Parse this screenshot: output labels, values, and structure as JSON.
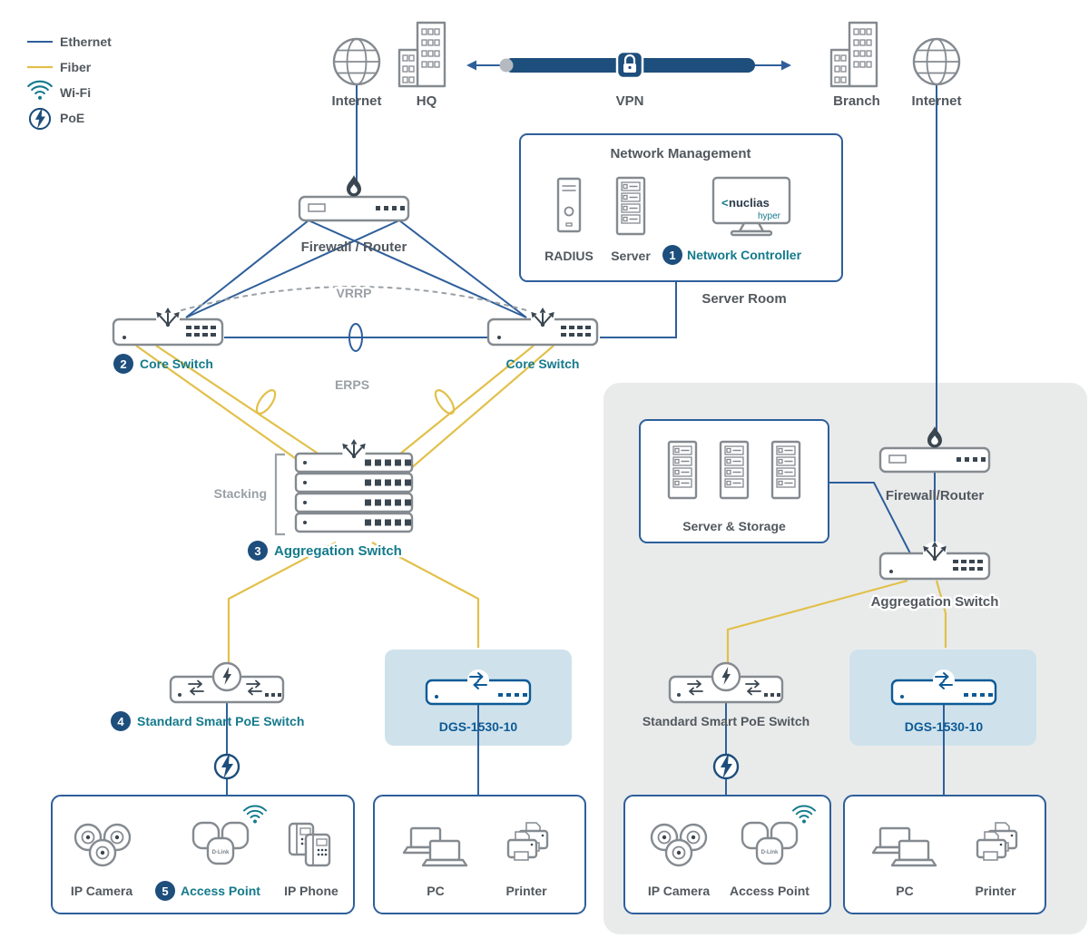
{
  "legend": {
    "ethernet": "Ethernet",
    "fiber": "Fiber",
    "wifi": "Wi-Fi",
    "poe": "PoE"
  },
  "wan": {
    "internet_left": "Internet",
    "hq": "HQ",
    "vpn": "VPN",
    "branch": "Branch",
    "internet_right": "Internet"
  },
  "management": {
    "title": "Network Management",
    "radius": "RADIUS",
    "server": "Server",
    "controller": "Network Controller",
    "brand_prefix": "<",
    "brand": "nuclias",
    "brand_sub": "hyper",
    "room": "Server Room"
  },
  "badges": {
    "b1": "1",
    "b2": "2",
    "b3": "3",
    "b4": "4",
    "b5": "5"
  },
  "hq_site": {
    "firewall": "Firewall / Router",
    "vrrp": "VRRP",
    "core_left": "Core Switch",
    "core_right": "Core Switch",
    "erps": "ERPS",
    "stacking": "Stacking",
    "aggregation": "Aggregation Switch",
    "poe_switch": "Standard Smart PoE Switch",
    "dgs": "DGS-1530-10",
    "ip_camera": "IP Camera",
    "access_point": "Access Point",
    "ip_phone": "IP Phone",
    "pc": "PC",
    "printer": "Printer"
  },
  "branch_site": {
    "firewall": "Firewall/Router",
    "server_storage": "Server & Storage",
    "aggregation": "Aggregation Switch",
    "poe_switch": "Standard Smart PoE Switch",
    "dgs": "DGS-1530-10",
    "ip_camera": "IP Camera",
    "access_point": "Access Point",
    "pc": "PC",
    "printer": "Printer"
  },
  "brandmark": "D-Link",
  "colors": {
    "ethernet": "#2e5f9b",
    "fiber": "#e2c04a",
    "teal": "#147a8c",
    "navy": "#1d4e7c",
    "dgs_blue": "#0d5a96",
    "panel_gray": "#e9ebeb",
    "highlight_blue": "#cfe2ec"
  }
}
